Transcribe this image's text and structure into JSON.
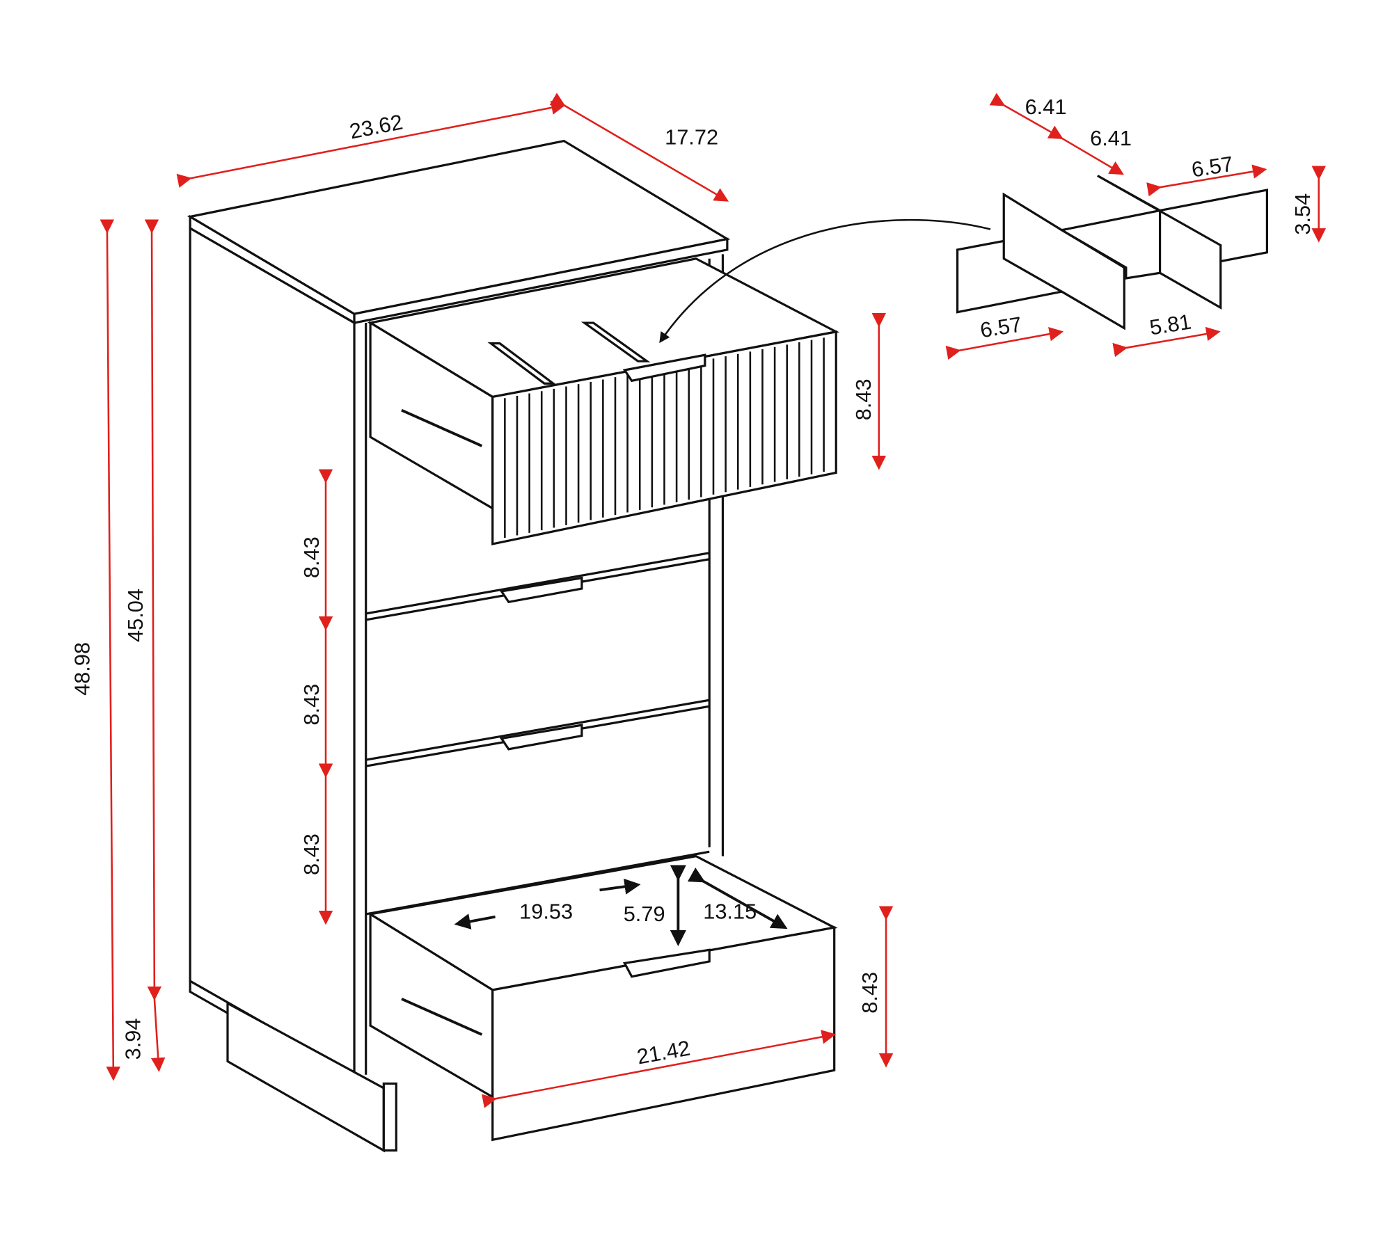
{
  "colors": {
    "dimension": "#e0201c",
    "line": "#111111"
  },
  "dimensions": {
    "width": "23.62",
    "depth": "17.72",
    "total_height": "48.98",
    "body_height": "45.04",
    "leg_height": "3.94",
    "drawer_front_heights": [
      "8.43",
      "8.43",
      "8.43",
      "8.43",
      "8.43"
    ],
    "drawer_front_width": "21.42",
    "drawer_inner": {
      "width": "19.53",
      "height": "5.79",
      "depth": "13.15"
    }
  },
  "divider": {
    "seg_a": "6.41",
    "seg_b": "6.41",
    "seg_c": "6.57",
    "height": "3.54",
    "seg_d": "6.57",
    "seg_e": "5.81"
  }
}
